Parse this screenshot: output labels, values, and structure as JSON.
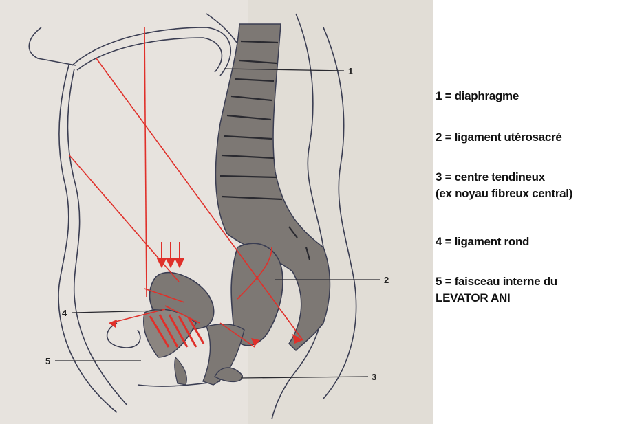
{
  "callout_numbers": {
    "n1": "1",
    "n2": "2",
    "n3": "3",
    "n4": "4",
    "n5": "5"
  },
  "legend": [
    {
      "line1": "1 = diaphragme",
      "line2": ""
    },
    {
      "line1": "2 = ligament utérosacré",
      "line2": ""
    },
    {
      "line1": "3 = centre tendineux",
      "line2": "(ex noyau fibreux central)"
    },
    {
      "line1": "4 = ligament rond",
      "line2": ""
    },
    {
      "line1": "5 = faisceau interne du",
      "line2": "LEVATOR ANI"
    }
  ],
  "colors": {
    "organ_fill": "#7d7874",
    "outline": "#3a3d52",
    "force_line": "#e0302a",
    "background": "#e7e3de"
  }
}
